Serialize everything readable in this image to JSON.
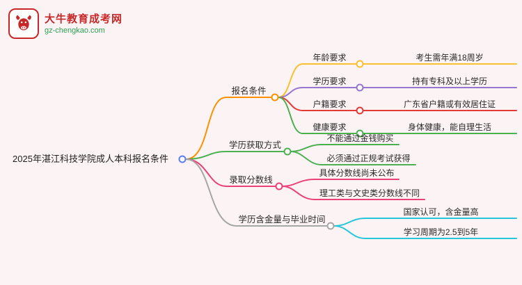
{
  "logo": {
    "brand": "大牛教育成考网",
    "domain": "gz-chengkao.com",
    "brand_color": "#c62828",
    "domain_color": "#2aa052"
  },
  "mindmap": {
    "root": {
      "label": "2025年湛江科技学院成人本科报名条件",
      "color": "#5b7cfa"
    },
    "branches": [
      {
        "label": "报名条件",
        "color": "#ff9100",
        "children": [
          {
            "label": "年龄要求",
            "color": "#fbc02d",
            "leaf": "考生需年满18周岁"
          },
          {
            "label": "学历要求",
            "color": "#9575cd",
            "leaf": "持有专科及以上学历"
          },
          {
            "label": "户籍要求",
            "color": "#e53935",
            "leaf": "广东省户籍或有效居住证"
          },
          {
            "label": "健康要求",
            "color": "#4caf50",
            "leaf": "身体健康，能自理生活"
          }
        ]
      },
      {
        "label": "学历获取方式",
        "color": "#4caf50",
        "children": [
          {
            "label": "不能通过金钱购买",
            "color": "#4caf50"
          },
          {
            "label": "必须通过正规考试获得",
            "color": "#4caf50"
          }
        ]
      },
      {
        "label": "录取分数线",
        "color": "#ec407a",
        "children": [
          {
            "label": "具体分数线尚未公布",
            "color": "#ec407a"
          },
          {
            "label": "理工类与文史类分数线不同",
            "color": "#ec407a"
          }
        ]
      },
      {
        "label": "学历含金量与毕业时间",
        "color": "#a6a6a6",
        "children": [
          {
            "label": "国家认可，含金量高",
            "color": "#26c6da"
          },
          {
            "label": "学习周期为2.5到5年",
            "color": "#26c6da"
          }
        ]
      }
    ]
  }
}
